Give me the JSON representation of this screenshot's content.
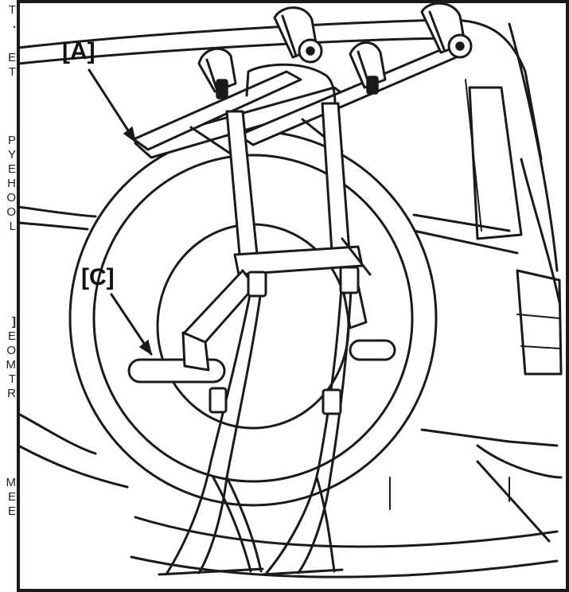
{
  "callouts": {
    "a": "[A]",
    "c": "[C]"
  },
  "margin_fragments": {
    "top": [
      "T",
      "."
    ],
    "block1": [
      "E",
      "T"
    ],
    "block2": [
      "P",
      "Y",
      "E",
      "H",
      "O",
      "O",
      "L"
    ],
    "block3": [
      "]",
      "E",
      "O",
      "M",
      "T",
      "R"
    ],
    "block4": [
      "M",
      "E",
      "E"
    ]
  }
}
